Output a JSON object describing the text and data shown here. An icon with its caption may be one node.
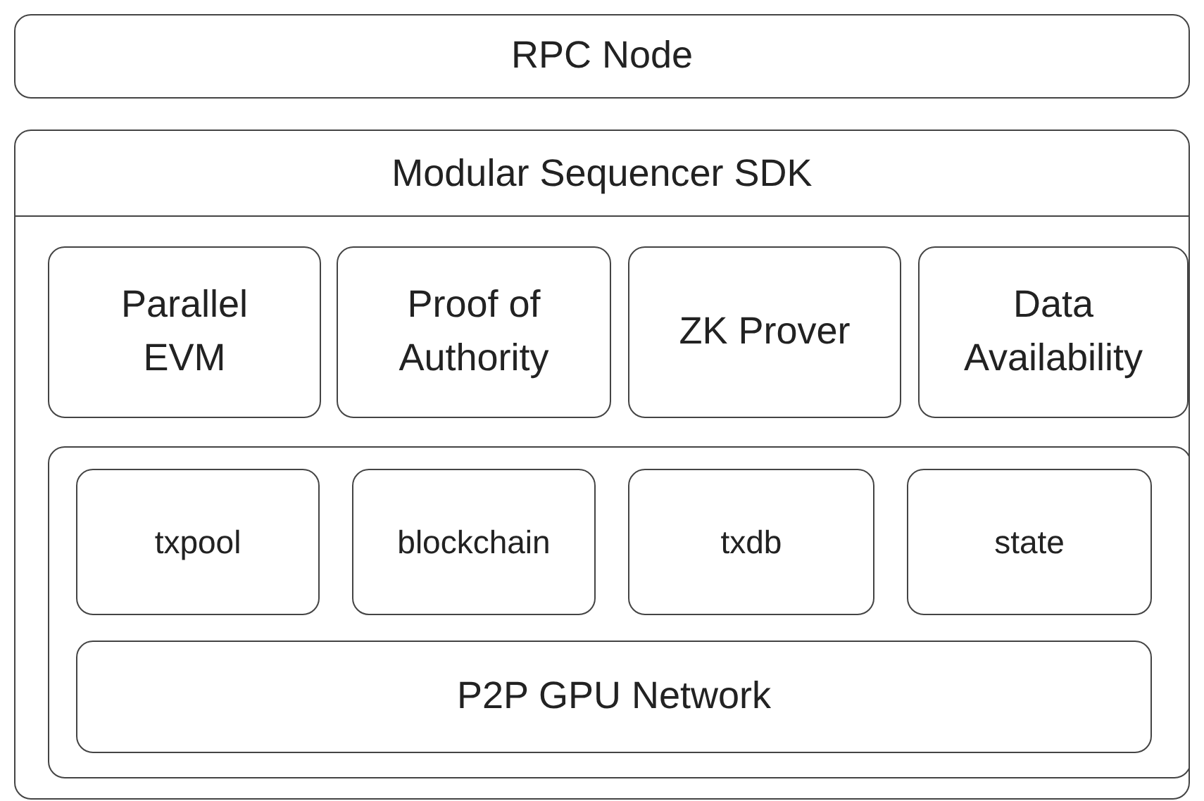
{
  "diagram": {
    "nodes": [
      {
        "text": [
          "RPC Node"
        ]
      },
      {
        "text": [
          "Modular Sequencer SDK"
        ]
      },
      {
        "text": [
          "Parallel EVM"
        ],
        "in": 1
      },
      {
        "text": [
          "Proof of Authority"
        ],
        "in": 1
      },
      {
        "text": [
          "ZK Prover"
        ],
        "in": 1
      },
      {
        "text": [
          "Data Availability"
        ],
        "in": 1
      },
      {
        "text": [],
        "shape": "box",
        "in": 1
      },
      {
        "text": [
          "txpool"
        ],
        "in": 6
      },
      {
        "text": [
          "blockchain"
        ],
        "in": 6
      },
      {
        "text": [
          "txdb"
        ],
        "in": 6
      },
      {
        "text": [
          "state"
        ],
        "in": 6
      },
      {
        "text": [
          "P2P GPU Network"
        ],
        "in": 6
      }
    ]
  }
}
